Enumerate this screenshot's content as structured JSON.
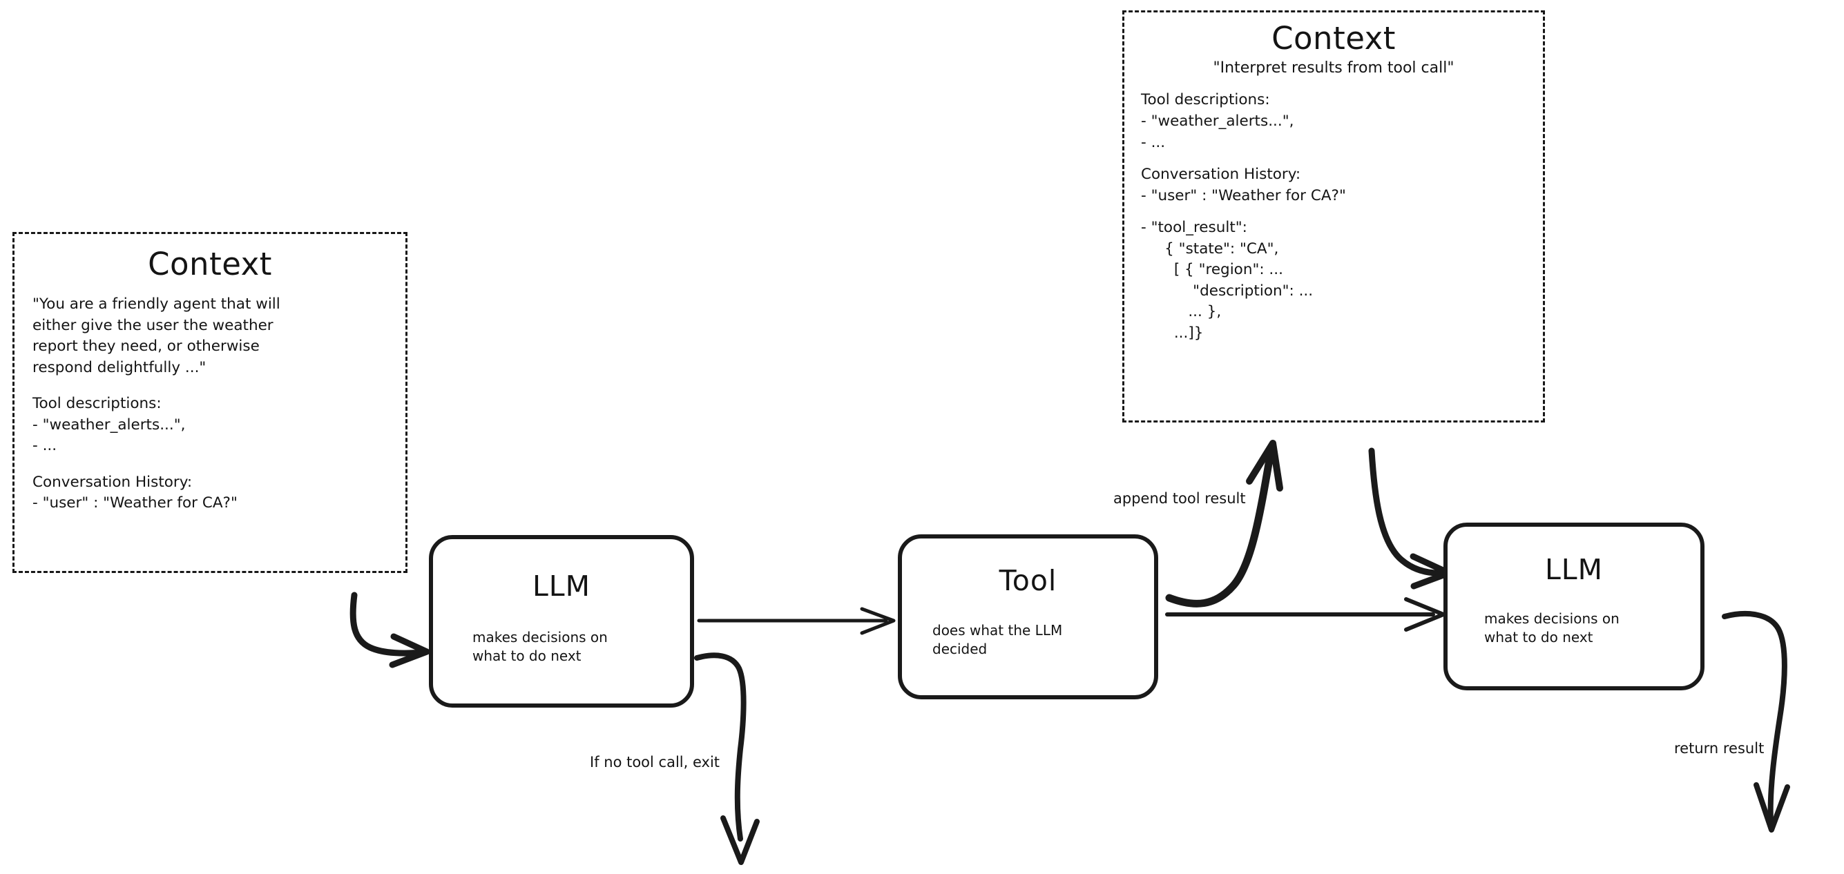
{
  "diagram": {
    "title": "LLM agent tool-calling loop",
    "ink_color": "#1a1a1a",
    "background": "#ffffff"
  },
  "context_left": {
    "title": "Context",
    "system_prompt": [
      "\"You are a friendly agent that will",
      "either give the user the weather",
      "report they need, or otherwise",
      "respond delightfully ...\""
    ],
    "tool_descriptions_heading": "Tool descriptions:",
    "tool_descriptions": [
      "- \"weather_alerts...\",",
      "- ..."
    ],
    "conversation_heading": "Conversation History:",
    "conversation": [
      "- \"user\" : \"Weather for CA?\""
    ]
  },
  "context_right": {
    "title": "Context",
    "quote": "\"Interpret results from tool call\"",
    "tool_descriptions_heading": "Tool descriptions:",
    "tool_descriptions": [
      "- \"weather_alerts...\",",
      "- ..."
    ],
    "conversation_heading": "Conversation History:",
    "conversation": [
      "- \"user\" : \"Weather for CA?\""
    ],
    "tool_result_heading": "- \"tool_result\":",
    "tool_result_lines": [
      "     { \"state\": \"CA\",",
      "       [ { \"region\": ...",
      "           \"description\": ...",
      "          ... },",
      "       ...]}"
    ]
  },
  "nodes": {
    "llm_first": {
      "title": "LLM",
      "subtitle": "makes decisions on\nwhat to do next"
    },
    "tool": {
      "title": "Tool",
      "subtitle": "does what the LLM\ndecided"
    },
    "llm_second": {
      "title": "LLM",
      "subtitle": "makes decisions on\nwhat to do next"
    }
  },
  "edges": {
    "context_to_llm": "",
    "llm_to_tool": "",
    "exit": "If no tool call, exit",
    "append_tool_result": "append tool result",
    "tool_to_llm2": "",
    "context2_to_llm2": "",
    "return_result": "return result"
  }
}
